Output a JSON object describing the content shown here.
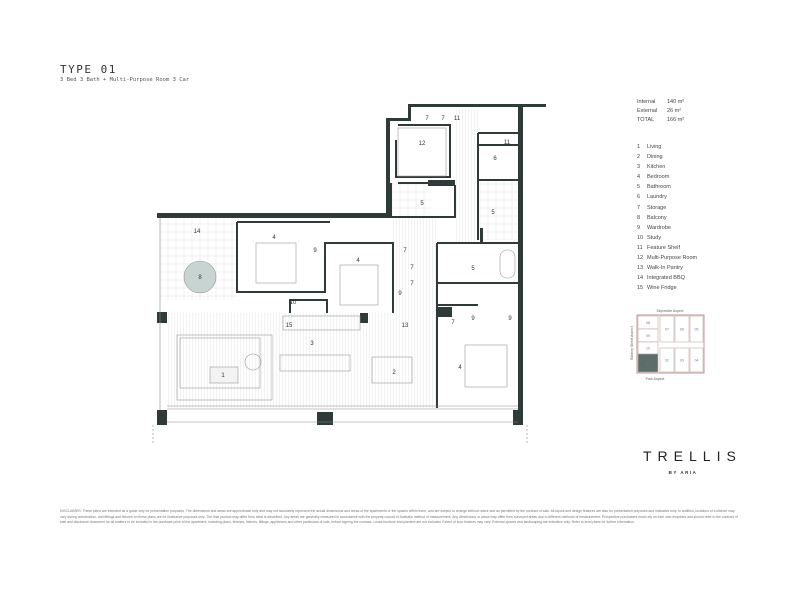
{
  "header": {
    "title": "TYPE 01",
    "subtitle": "3 Bed 3 Bath + Multi-Purpose Room 3 Car"
  },
  "areas": [
    {
      "label": "Internal",
      "value": "140 m²"
    },
    {
      "label": "External",
      "value": "26 m²"
    },
    {
      "label": "TOTAL",
      "value": "166 m²"
    }
  ],
  "legend": [
    {
      "n": "1",
      "label": "Living"
    },
    {
      "n": "2",
      "label": "Dining"
    },
    {
      "n": "3",
      "label": "Kitchen"
    },
    {
      "n": "4",
      "label": "Bedroom"
    },
    {
      "n": "5",
      "label": "Bathroom"
    },
    {
      "n": "6",
      "label": "Laundry"
    },
    {
      "n": "7",
      "label": "Storage"
    },
    {
      "n": "8",
      "label": "Balcony"
    },
    {
      "n": "9",
      "label": "Wardrobe"
    },
    {
      "n": "10",
      "label": "Study"
    },
    {
      "n": "11",
      "label": "Feature Shelf"
    },
    {
      "n": "12",
      "label": "Multi-Purpose Room"
    },
    {
      "n": "13",
      "label": "Walk-In Pantry"
    },
    {
      "n": "14",
      "label": "Integrated BBQ"
    },
    {
      "n": "15",
      "label": "Wine Fridge"
    }
  ],
  "plan": {
    "rooms": [
      "7",
      "7",
      "11",
      "12",
      "11",
      "6",
      "5",
      "5",
      "14",
      "4",
      "9",
      "4",
      "7",
      "7",
      "7",
      "9",
      "5",
      "8",
      "10",
      "9",
      "9",
      "7",
      "15",
      "13",
      "3",
      "4",
      "1",
      "2"
    ]
  },
  "keyplan": {
    "top_label": "Skyreddie Aspect",
    "left_label": "Blamey Street Aspect",
    "bottom_label": "Park Aspect",
    "units": [
      "08",
      "09",
      "10",
      "01",
      "07",
      "06",
      "05",
      "02",
      "03",
      "04"
    ],
    "highlight_color": "#5b6e6a"
  },
  "logo": {
    "name": "TRELLIS",
    "sub": "BY ARIA"
  },
  "disclaimer": "DISCLAIMER: These plans are intended as a guide only for presentation purposes. The dimensions and areas are approximate only and may not accurately represent the actual dimensions and areas of the apartments or the spaces within them, and are subject to change without notice and as permitted by the contract of sale. All layout and design features are also for presentation purposes and indicative only. In addition, locations of a kitchen may vary during construction, and fittings and fixtures on these plans are for illustrative purposes only. The final product may differ from what is described. Any areas are generally measured in accordance with the property council of Australia method of measurement. Any dimensions or areas may differ from surveyed areas due to different methods of measurement. Prospective purchasers must rely on their own enquiries and should refer to the contract of sale and disclosure document for all matters to be included in the purchase price of the apartment, including plans, finishes, fixtures, fittings, appliances and other particulars of sale, before signing the contract. Loose furniture and planters are not included. Extent of floor finishes may vary. External spaces and landscaping are indicative only. Refer to level plans for further information.",
  "colors": {
    "wall": "#2e3b39",
    "line": "#999999",
    "tile": "#dcdcdc",
    "table": "#c8d4d2"
  }
}
